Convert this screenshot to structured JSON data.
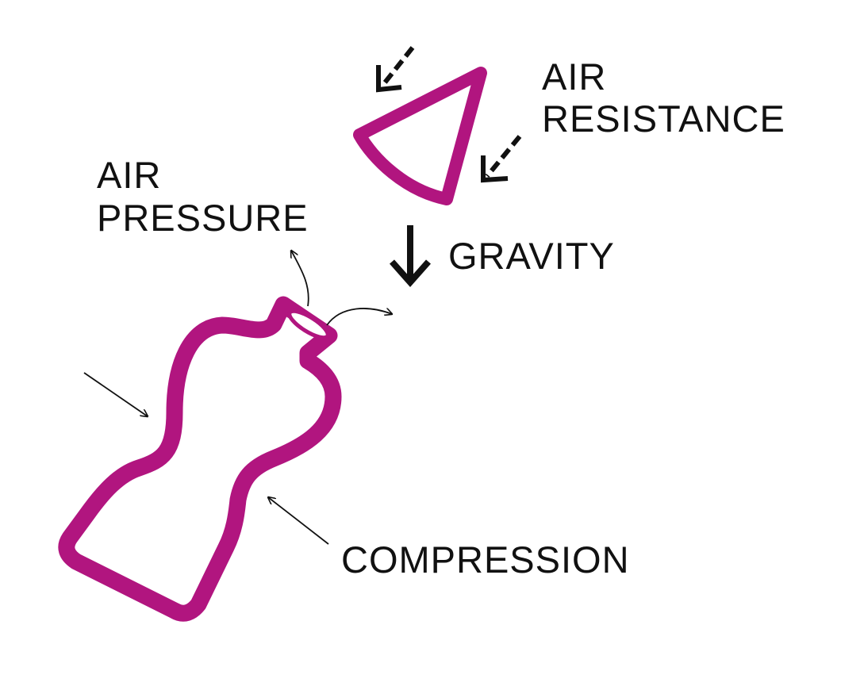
{
  "labels": {
    "air_pressure_line1": "AIR",
    "air_pressure_line2": "PRESSURE",
    "air_resistance_line1": "AIR",
    "air_resistance_line2": "RESISTANCE",
    "gravity": "GRAVITY",
    "compression": "COMPRESSION"
  },
  "colors": {
    "bottle_stroke": "#b1157f",
    "cap_stroke": "#b1157f",
    "arrow": "#111111",
    "text": "#111111",
    "background": "#ffffff"
  },
  "icons": {
    "bottle": "bottle-icon",
    "cap": "cap-icon",
    "gravity_arrow": "down-arrow-icon",
    "resistance_arrows": "dashed-arrow-icon"
  }
}
